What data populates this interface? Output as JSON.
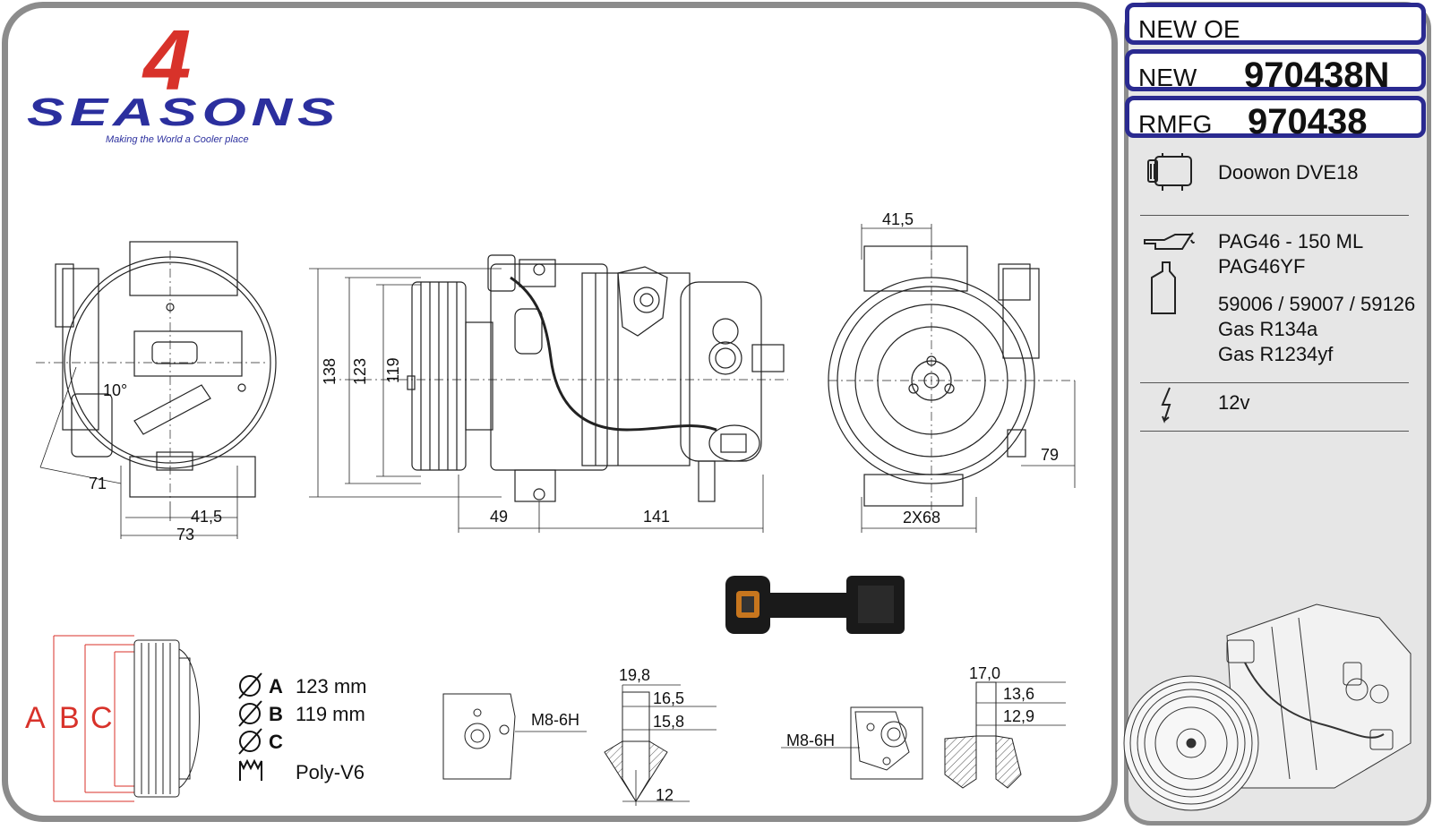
{
  "brand": {
    "logo_digit": "4",
    "logo_word": "SEASONS",
    "tagline": "Making the World a Cooler place",
    "colors": {
      "digit": "#d8322a",
      "word": "#2b2f9e"
    }
  },
  "codes": {
    "new_oe": "NEW OE",
    "new_label": "NEW",
    "new_number": "970438N",
    "rmfg_label": "RMFG",
    "rmfg_number": "970438"
  },
  "specs": {
    "compressor_icon": "compressor-icon",
    "compressor_model": "Doowon DVE18",
    "oil_icon": "oil-can-icon",
    "oil_line1": "PAG46 - 150 ML",
    "oil_line2": "PAG46YF",
    "oil_refs": "59006 / 59007 / 59126",
    "gas1": "Gas R134a",
    "gas2": "Gas R1234yf",
    "voltage_icon": "lightning-icon",
    "voltage": "12v"
  },
  "dimensions": {
    "side_view": {
      "d71": "71",
      "d415": "41,5",
      "d73": "73",
      "angle": "10°"
    },
    "front_view": {
      "d138": "138",
      "d123": "123",
      "d119": "119",
      "d49": "49",
      "d141": "141"
    },
    "rear_view": {
      "d415": "41,5",
      "d79": "79",
      "d2x68": "2X68"
    }
  },
  "pulley": {
    "labels": [
      "A",
      "B",
      "C"
    ],
    "legend": [
      {
        "key": "A",
        "value": "123 mm"
      },
      {
        "key": "B",
        "value": "119 mm"
      },
      {
        "key": "C",
        "value": ""
      }
    ],
    "belt_type": "Poly-V6"
  },
  "ports": {
    "port1_thread": "M8-6H",
    "port1_dims": [
      "19,8",
      "16,5",
      "15,8",
      "12"
    ],
    "port2_thread": "M8-6H",
    "port2_dims": [
      "17,0",
      "13,6",
      "12,9"
    ]
  },
  "colors": {
    "frame": "#8c8c8c",
    "code_border": "#2a2a90",
    "side_bg": "#e6e6e6",
    "abc": "#d8322a"
  }
}
